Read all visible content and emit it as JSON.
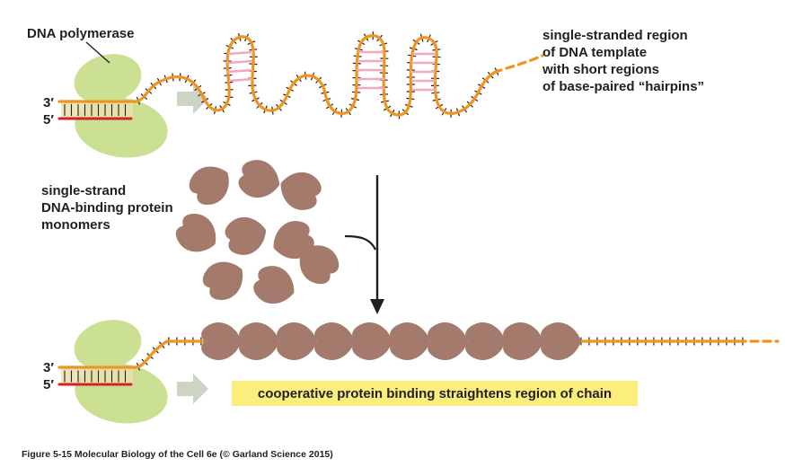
{
  "labels": {
    "dna_polymerase": "DNA polymerase",
    "three_prime": "3′",
    "five_prime": "5′",
    "ss_region_lines": [
      "single-stranded region",
      "of DNA template",
      "with short regions",
      "of base-paired “hairpins”"
    ],
    "ssb_lines": [
      "single-strand",
      "DNA-binding protein",
      "monomers"
    ],
    "highlight": "cooperative protein binding straightens region of chain"
  },
  "figure": {
    "caption": "Figure 5-15 Molecular Biology of the Cell 6e (© Garland Science 2015)"
  },
  "colors": {
    "dna": "#f0941d",
    "polymerase": "#cbe092",
    "protein": "#a37a6c",
    "hairpin_pairing": "#f2a9bd",
    "primer": "#d6212a",
    "highlight_bg": "#fbee7d",
    "arrow": "#ccd4c4",
    "tick": "#231f20",
    "text": "#231f20"
  }
}
